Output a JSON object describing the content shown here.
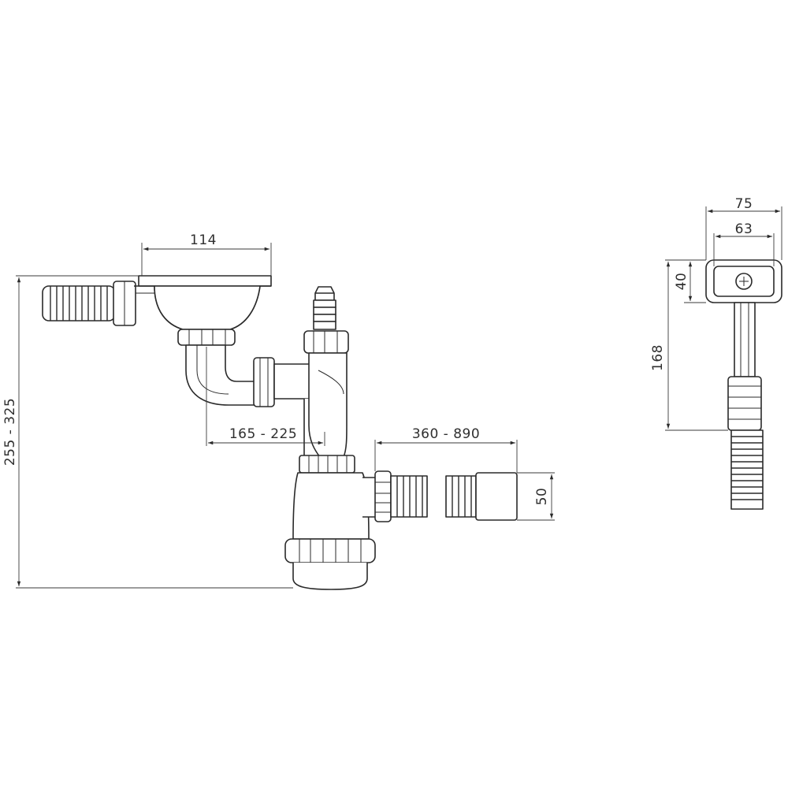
{
  "dimensions": {
    "overall_height": "255 - 325",
    "strainer_width": "114",
    "pipe_offset": "165 - 225",
    "hose_length": "360 - 890",
    "outlet_diameter": "50",
    "overflow_width_outer": "75",
    "overflow_width_inner": "63",
    "overflow_height": "40",
    "overflow_total_height": "168"
  },
  "colors": {
    "line": "#2a2a2a",
    "fill": "#ffffff",
    "shade": "#efefef"
  }
}
